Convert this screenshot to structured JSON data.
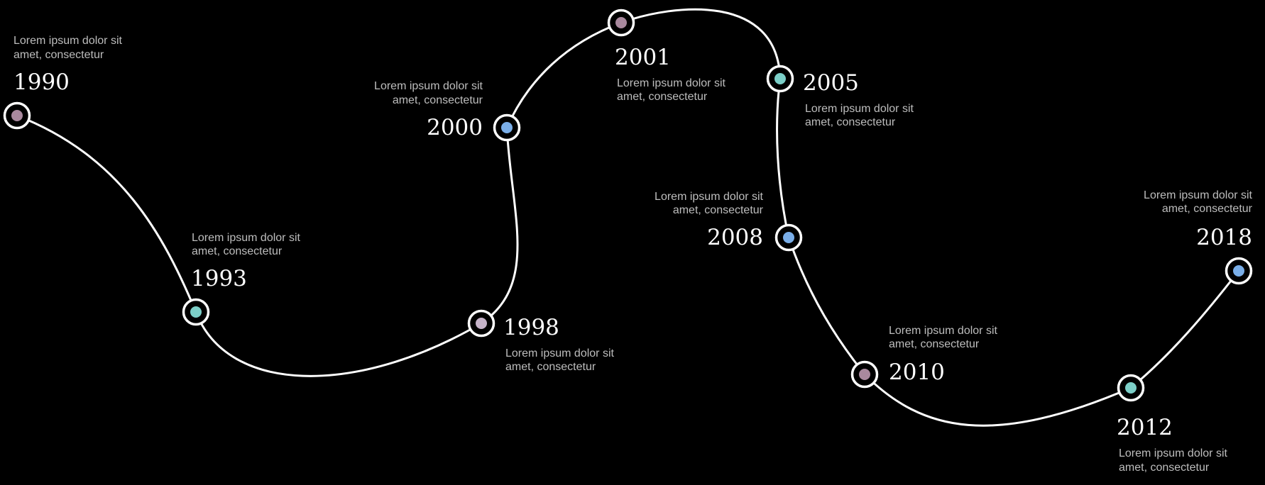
{
  "colors": {
    "background": "#000000",
    "path": "#ffffff",
    "text_year": "#ffffff",
    "text_desc": "#bdbdbd",
    "mauve": "#a9899e",
    "teal": "#7ccfc8",
    "blue": "#7aaee8",
    "lilac": "#c6b3c9"
  },
  "milestones": [
    {
      "year": "1990",
      "desc_line1": "Lorem ipsum dolor sit",
      "desc_line2": "amet, consectetur",
      "dot_color": "#a9899e"
    },
    {
      "year": "1993",
      "desc_line1": "Lorem ipsum dolor sit",
      "desc_line2": "amet, consectetur",
      "dot_color": "#7ccfc8"
    },
    {
      "year": "1998",
      "desc_line1": "Lorem ipsum dolor sit",
      "desc_line2": "amet, consectetur",
      "dot_color": "#c6b3c9"
    },
    {
      "year": "2000",
      "desc_line1": "Lorem ipsum dolor sit",
      "desc_line2": "amet, consectetur",
      "dot_color": "#7aaee8"
    },
    {
      "year": "2001",
      "desc_line1": "Lorem ipsum dolor sit",
      "desc_line2": "amet, consectetur",
      "dot_color": "#a9899e"
    },
    {
      "year": "2005",
      "desc_line1": "Lorem ipsum dolor sit",
      "desc_line2": "amet, consectetur",
      "dot_color": "#7ccfc8"
    },
    {
      "year": "2008",
      "desc_line1": "Lorem ipsum dolor sit",
      "desc_line2": "amet, consectetur",
      "dot_color": "#7aaee8"
    },
    {
      "year": "2010",
      "desc_line1": "Lorem ipsum dolor sit",
      "desc_line2": "amet, consectetur",
      "dot_color": "#a9899e"
    },
    {
      "year": "2012",
      "desc_line1": "Lorem ipsum dolor sit",
      "desc_line2": "amet, consectetur",
      "dot_color": "#7ccfc8"
    },
    {
      "year": "2018",
      "desc_line1": "Lorem ipsum dolor sit",
      "desc_line2": "amet, consectetur",
      "dot_color": "#7aaee8"
    }
  ]
}
